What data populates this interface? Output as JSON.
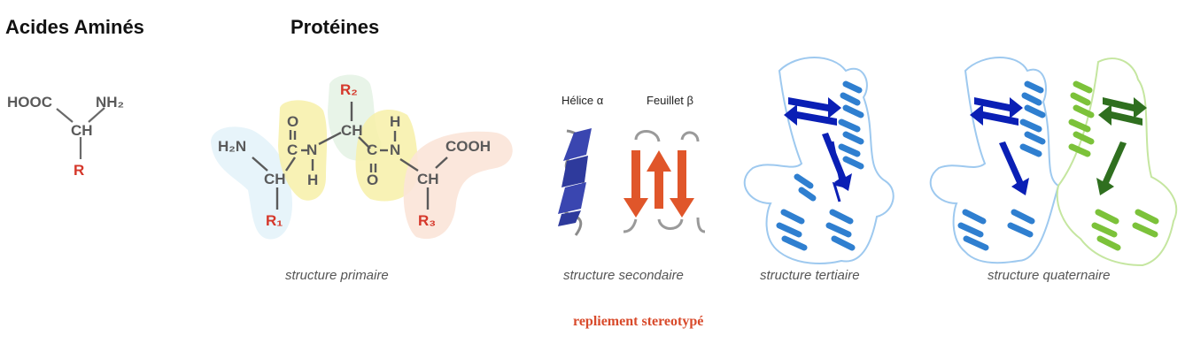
{
  "headings": {
    "amino_acids": "Acides Aminés",
    "proteins": "Protéines"
  },
  "amino_acid": {
    "cooh": "HOOC",
    "nh2": "NH₂",
    "ch": "CH",
    "r": "R"
  },
  "primary": {
    "h2n": "H₂N",
    "ch1": "CH",
    "r1": "R₁",
    "c1": "C",
    "o1": "O",
    "n1": "N",
    "h1": "H",
    "ch2": "CH",
    "r2": "R₂",
    "c2": "C",
    "o2": "O",
    "n2": "N",
    "h2": "H",
    "ch3": "CH",
    "r3": "R₃",
    "cooh": "COOH"
  },
  "secondary": {
    "helix_label": "Hélice α",
    "sheet_label": "Feuillet β"
  },
  "captions": {
    "primary": "structure primaire",
    "secondary": "structure secondaire",
    "tertiary": "structure tertiaire",
    "quaternary": "structure quaternaire"
  },
  "folding_label": "repliement stereotypé",
  "colors": {
    "text_grey": "#5a5a5a",
    "red": "#d5372a",
    "helix_blue": "#3a46b0",
    "sheet_orange": "#e0562a",
    "tertiary_blue": "#2f7fd0",
    "arrow_navy": "#0a1fb5",
    "quaternary_green": "#7cc23a",
    "arrow_green": "#2f6f1f"
  }
}
